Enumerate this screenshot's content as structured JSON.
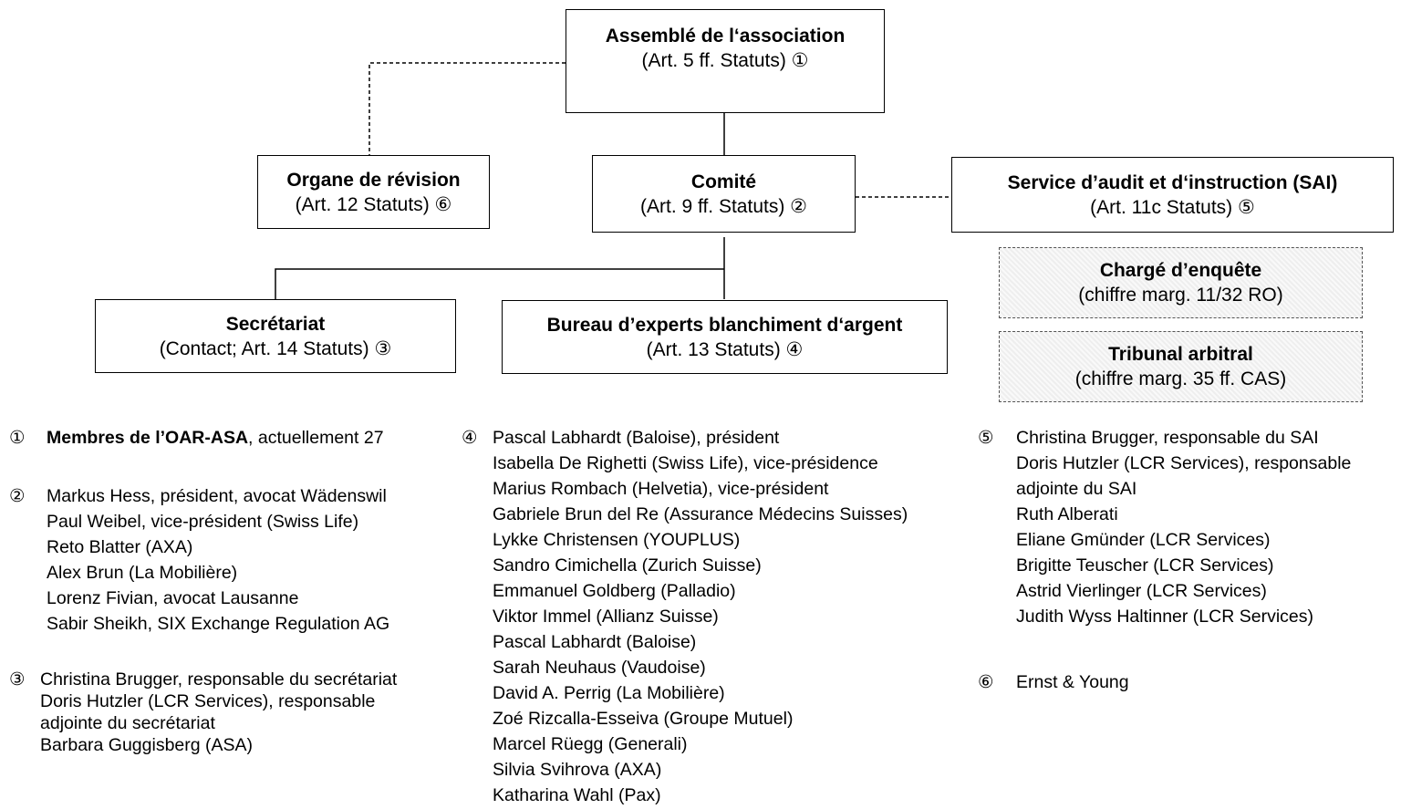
{
  "boxes": {
    "assembly": {
      "title": "Assemblé de l‘association",
      "sub": "(Art. 5 ff. Statuts) ①"
    },
    "comite": {
      "title": "Comité",
      "sub": "(Art. 9 ff. Statuts) ②"
    },
    "revision": {
      "title": "Organe de révision",
      "sub": "(Art. 12 Statuts) ⑥"
    },
    "sai": {
      "title": "Service d’audit et d‘instruction (SAI)",
      "sub": "(Art. 11c Statuts) ⑤"
    },
    "enquete": {
      "title": "Chargé d’enquête",
      "sub": "(chiffre marg. 11/32 RO)"
    },
    "tribunal": {
      "title": "Tribunal arbitral",
      "sub": "(chiffre marg. 35 ff. CAS)"
    },
    "secretariat": {
      "title": "Secrétariat",
      "sub": "(Contact; Art. 14 Statuts) ③"
    },
    "bureau": {
      "title": "Bureau d’experts blanchiment d‘argent",
      "sub": "(Art. 13 Statuts) ④"
    }
  },
  "notes": {
    "n1": {
      "num": "①",
      "bold": "Membres de l’OAR-ASA",
      "rest": ", actuellement 27"
    },
    "n2": {
      "num": "②",
      "lines": [
        "Markus Hess, président, avocat Wädenswil",
        "Paul Weibel, vice-président (Swiss Life)",
        "Reto Blatter (AXA)",
        "Alex Brun (La Mobilière)",
        "Lorenz Fivian, avocat Lausanne",
        "Sabir Sheikh, SIX Exchange Regulation AG"
      ]
    },
    "n3": {
      "num": "③",
      "lines": [
        "Christina Brugger, responsable du secrétariat",
        "Doris Hutzler (LCR Services), responsable",
        "adjointe du secrétariat",
        "Barbara Guggisberg (ASA)"
      ]
    },
    "n4": {
      "num": "④",
      "lines": [
        "Pascal Labhardt (Baloise), président",
        "Isabella De Righetti (Swiss Life), vice-présidence",
        "Marius Rombach (Helvetia), vice-président",
        "Gabriele Brun del Re (Assurance Médecins Suisses)",
        "Lykke Christensen (YOUPLUS)",
        "Sandro Cimichella (Zurich Suisse)",
        "Emmanuel Goldberg (Palladio)",
        "Viktor Immel (Allianz Suisse)",
        "Pascal Labhardt (Baloise)",
        "Sarah Neuhaus (Vaudoise)",
        "David A. Perrig (La Mobilière)",
        "Zoé Rizcalla-Esseiva (Groupe Mutuel)",
        "Marcel Rüegg (Generali)",
        "Silvia Svihrova (AXA)",
        "Katharina Wahl (Pax)"
      ]
    },
    "n5": {
      "num": "⑤",
      "lines": [
        "Christina Brugger, responsable du SAI",
        "Doris Hutzler (LCR Services), responsable",
        "adjointe du SAI",
        "Ruth Alberati",
        "Eliane Gmünder (LCR Services)",
        "Brigitte Teuscher (LCR Services)",
        "Astrid Vierlinger (LCR Services)",
        "Judith Wyss Haltinner (LCR Services)"
      ]
    },
    "n6": {
      "num": "⑥",
      "lines": [
        "Ernst & Young"
      ]
    }
  }
}
